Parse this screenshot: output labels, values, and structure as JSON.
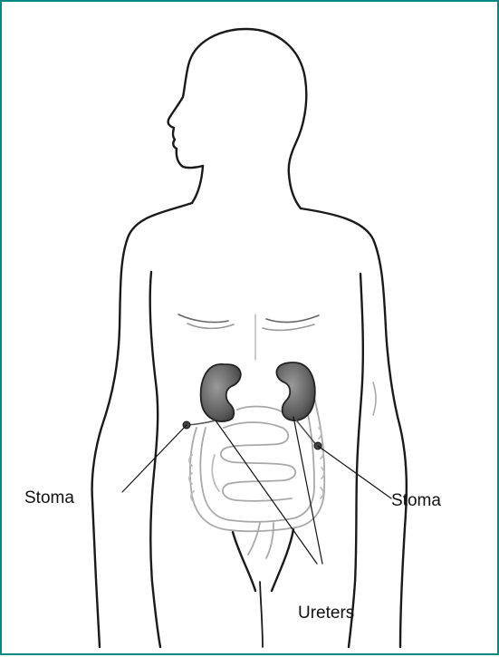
{
  "frame": {
    "border_color": "#008a80"
  },
  "labels": {
    "stoma_left": "Stoma",
    "stoma_right": "Stoma",
    "ureters": "Ureters"
  }
}
